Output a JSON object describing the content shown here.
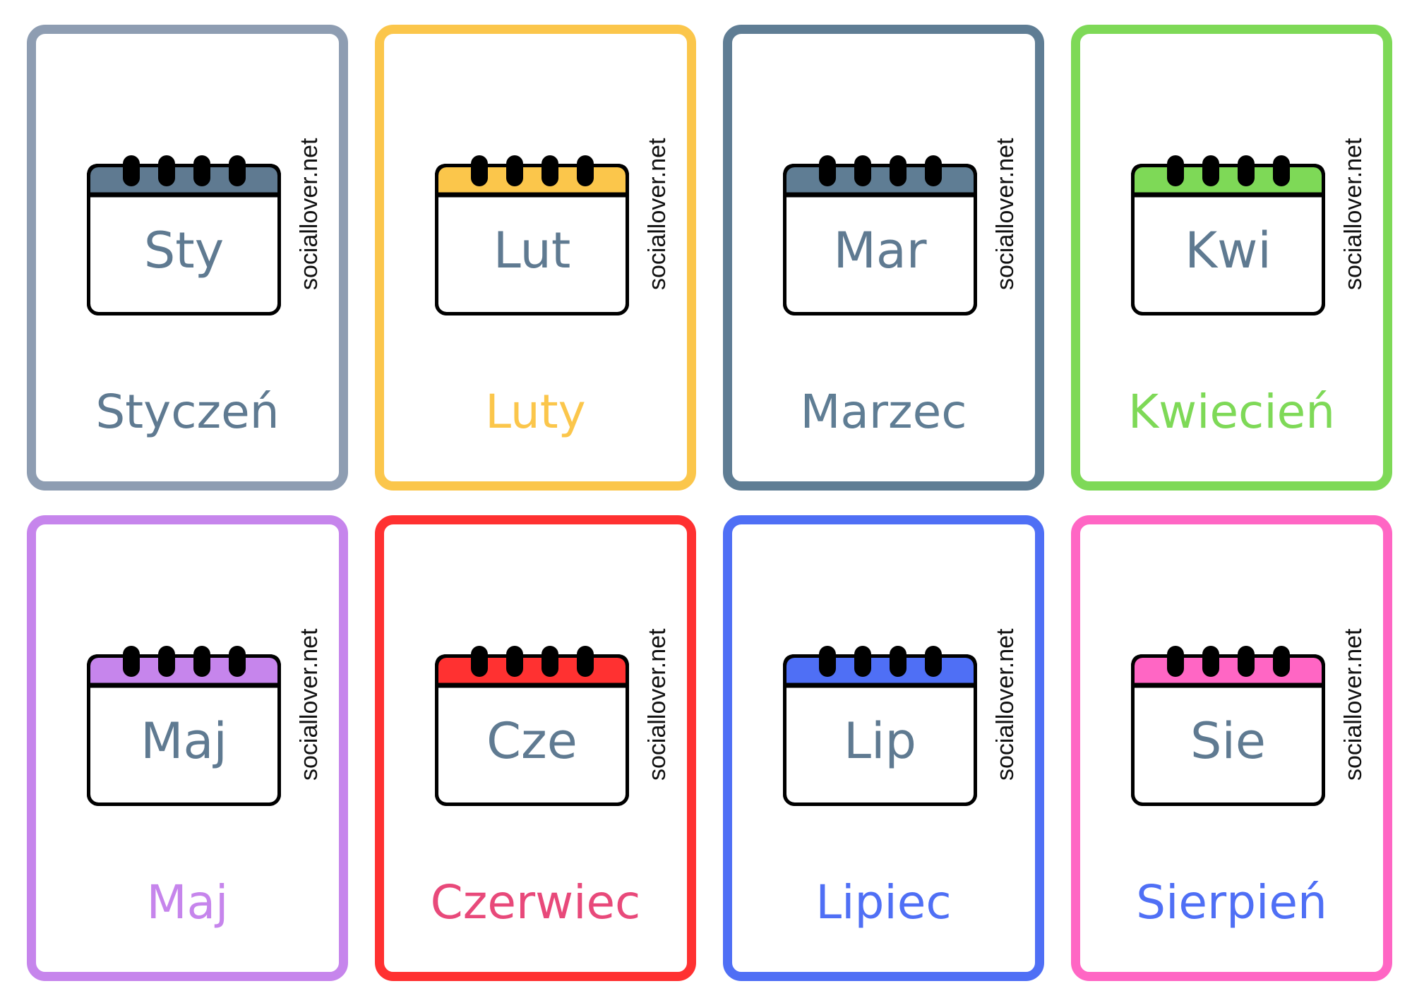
{
  "watermark": "sociallover.net",
  "abbr_color": "#5f7a91",
  "cards": [
    {
      "abbr": "Sty",
      "name": "Styczeń",
      "border": "#8e9db2",
      "header": "#5f7a91",
      "name_color": "#5f7a91"
    },
    {
      "abbr": "Lut",
      "name": "Luty",
      "border": "#fbc64b",
      "header": "#fbc64b",
      "name_color": "#fbc64b"
    },
    {
      "abbr": "Mar",
      "name": "Marzec",
      "border": "#5f7d94",
      "header": "#5f7d94",
      "name_color": "#5f7d94"
    },
    {
      "abbr": "Kwi",
      "name": "Kwiecień",
      "border": "#7ed957",
      "header": "#7ed957",
      "name_color": "#7ed957"
    },
    {
      "abbr": "Maj",
      "name": "Maj",
      "border": "#c685ec",
      "header": "#c685ec",
      "name_color": "#c685ec"
    },
    {
      "abbr": "Cze",
      "name": "Czerwiec",
      "border": "#ff3131",
      "header": "#ff3131",
      "name_color": "#e8497a"
    },
    {
      "abbr": "Lip",
      "name": "Lipiec",
      "border": "#4f6ff5",
      "header": "#4f6ff5",
      "name_color": "#4f6ff5"
    },
    {
      "abbr": "Sie",
      "name": "Sierpień",
      "border": "#ff66c4",
      "header": "#ff66c4",
      "name_color": "#4f6ff5"
    }
  ]
}
